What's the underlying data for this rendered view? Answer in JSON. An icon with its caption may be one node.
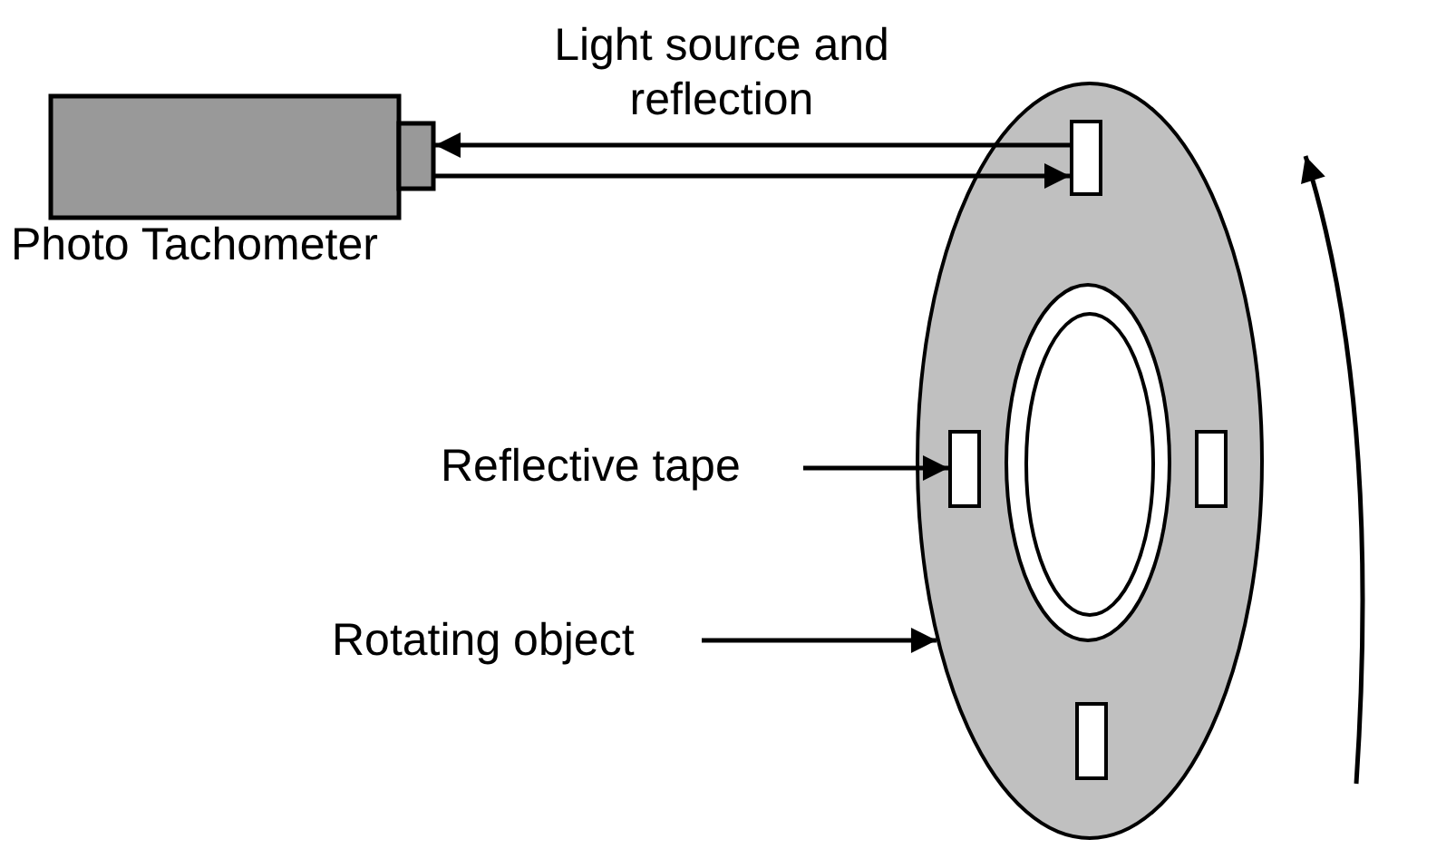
{
  "diagram": {
    "nodes": [
      {
        "text": [
          "Photo Tachometer"
        ]
      },
      {
        "text": [],
        "shape": "ellipse"
      },
      {
        "text": [],
        "shape": "box",
        "in": 1
      },
      {
        "text": [
          "Reflective tape"
        ]
      },
      {
        "text": [],
        "shape": "box",
        "in": 1
      },
      {
        "text": [],
        "shape": "box",
        "in": 1
      },
      {
        "text": [
          "Rotating object"
        ]
      },
      {
        "text": [],
        "shape": "box",
        "in": 1
      }
    ],
    "edges": [
      {
        "from": 2,
        "to": 0,
        "arrow": "to"
      },
      {
        "from": 0,
        "to": 2,
        "arrow": "to"
      },
      {
        "from": 3,
        "to": 4,
        "arrow": "to"
      },
      {
        "from": 6,
        "to": 1,
        "arrow": "to"
      }
    ],
    "labels": [
      "Light source and reflection"
    ]
  }
}
